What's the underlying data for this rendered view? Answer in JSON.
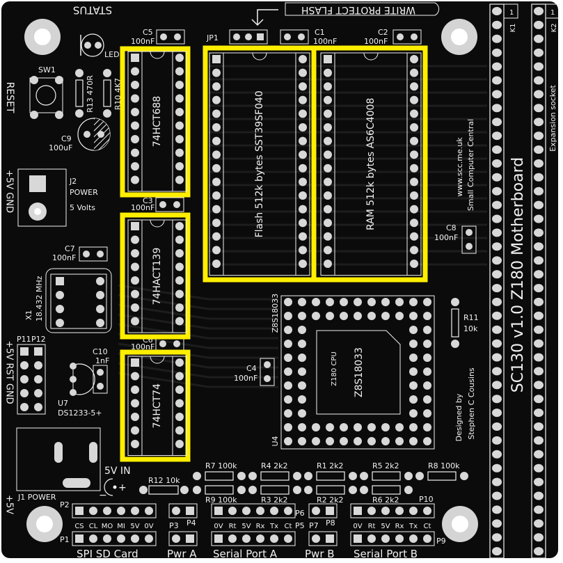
{
  "board": {
    "title": "SC130 v1.0 Z180 Motherboard",
    "website": "www.scc.me.uk",
    "company": "Small Computer Central",
    "designed_by": "Designed by",
    "designer": "Stephen C Cousins",
    "colors": {
      "pcb": "#0b0b0b",
      "silk": "#f2f2f2",
      "pad": "#d8d8d8",
      "highlight": "#ffee00",
      "trace": "#1c1c1c"
    }
  },
  "edge_labels": {
    "status": "STATUS",
    "write_protect": "WRITE PROTECT FLASH",
    "reset": "RESET",
    "plus5v_gnd_j2": "+5V    GND",
    "plus5v_rst_gnd": "+5V  RST  GND",
    "plus5v_j1": "+5V",
    "expansion": "Expansion socket"
  },
  "components": {
    "led": "LED",
    "sw1": "SW1",
    "r13": "R13  470R",
    "r10": "R10  4K7",
    "c9": "C9",
    "c9_value": "100uF",
    "c5": "C5",
    "c5_value": "100nF",
    "jp1": "JP1",
    "c1": "C1",
    "c1_value": "100nF",
    "c2": "C2",
    "c2_value": "100nF",
    "c3": "C3",
    "c3_value": "100nF",
    "c6": "C6",
    "c6_value": "100nF",
    "c7": "C7",
    "c7_value": "100nF",
    "c4": "C4",
    "c4_value": "100nF",
    "c8": "C8",
    "c8_value": "100nF",
    "c10": "C10",
    "c10_value": "1nF",
    "j2": "J2",
    "j2_name": "POWER",
    "j2_volts": "5 Volts",
    "x1": "X1",
    "x1_value": "18.432 MHz",
    "p11": "P11",
    "p12": "P12",
    "u7": "U7",
    "u7_value": "DS1233-5+",
    "j1": "J1  POWER",
    "five_v_in": "5V  IN",
    "r12": "R12  10k",
    "r11": "R11",
    "r11_value": "10k",
    "u4": "U4",
    "u4_part": "Z8S18033",
    "cpu_label": "Z180  CPU",
    "cpu_part": "Z8S18033",
    "k1": "K1",
    "k2": "K2",
    "pin1": "1"
  },
  "ics": [
    {
      "ref": "74HCT688"
    },
    {
      "ref": "74HACT139"
    },
    {
      "ref": "74HCT74"
    },
    {
      "ref": "Flash 512k bytes SST39SF040"
    },
    {
      "ref": "RAM 512k bytes AS6C4008"
    }
  ],
  "resistors": [
    {
      "label": "R7  100k"
    },
    {
      "label": "R4  2k2"
    },
    {
      "label": "R1  2k2"
    },
    {
      "label": "R5  2k2"
    },
    {
      "label": "R8  100k"
    },
    {
      "label": "R9  100k"
    },
    {
      "label": "R3  2k2"
    },
    {
      "label": "R2  2k2"
    },
    {
      "label": "R6  2k2"
    }
  ],
  "headers": {
    "p1": "P1",
    "p2": "P2",
    "p3": "P3",
    "p4": "P4",
    "p5": "P5",
    "p6": "P6",
    "p7": "P7",
    "p8": "P8",
    "p9": "P9",
    "p10": "P10",
    "spi_pins": [
      "CS",
      "CL",
      "MO",
      "MI",
      "5V",
      "0V"
    ],
    "serial_pins": [
      "0V",
      "Rt",
      "5V",
      "Rx",
      "Tx",
      "Ct"
    ],
    "spi_title": "SPI SD Card",
    "pwr_a": "Pwr A",
    "serial_a": "Serial Port A",
    "pwr_b": "Pwr B",
    "serial_b": "Serial Port B"
  }
}
